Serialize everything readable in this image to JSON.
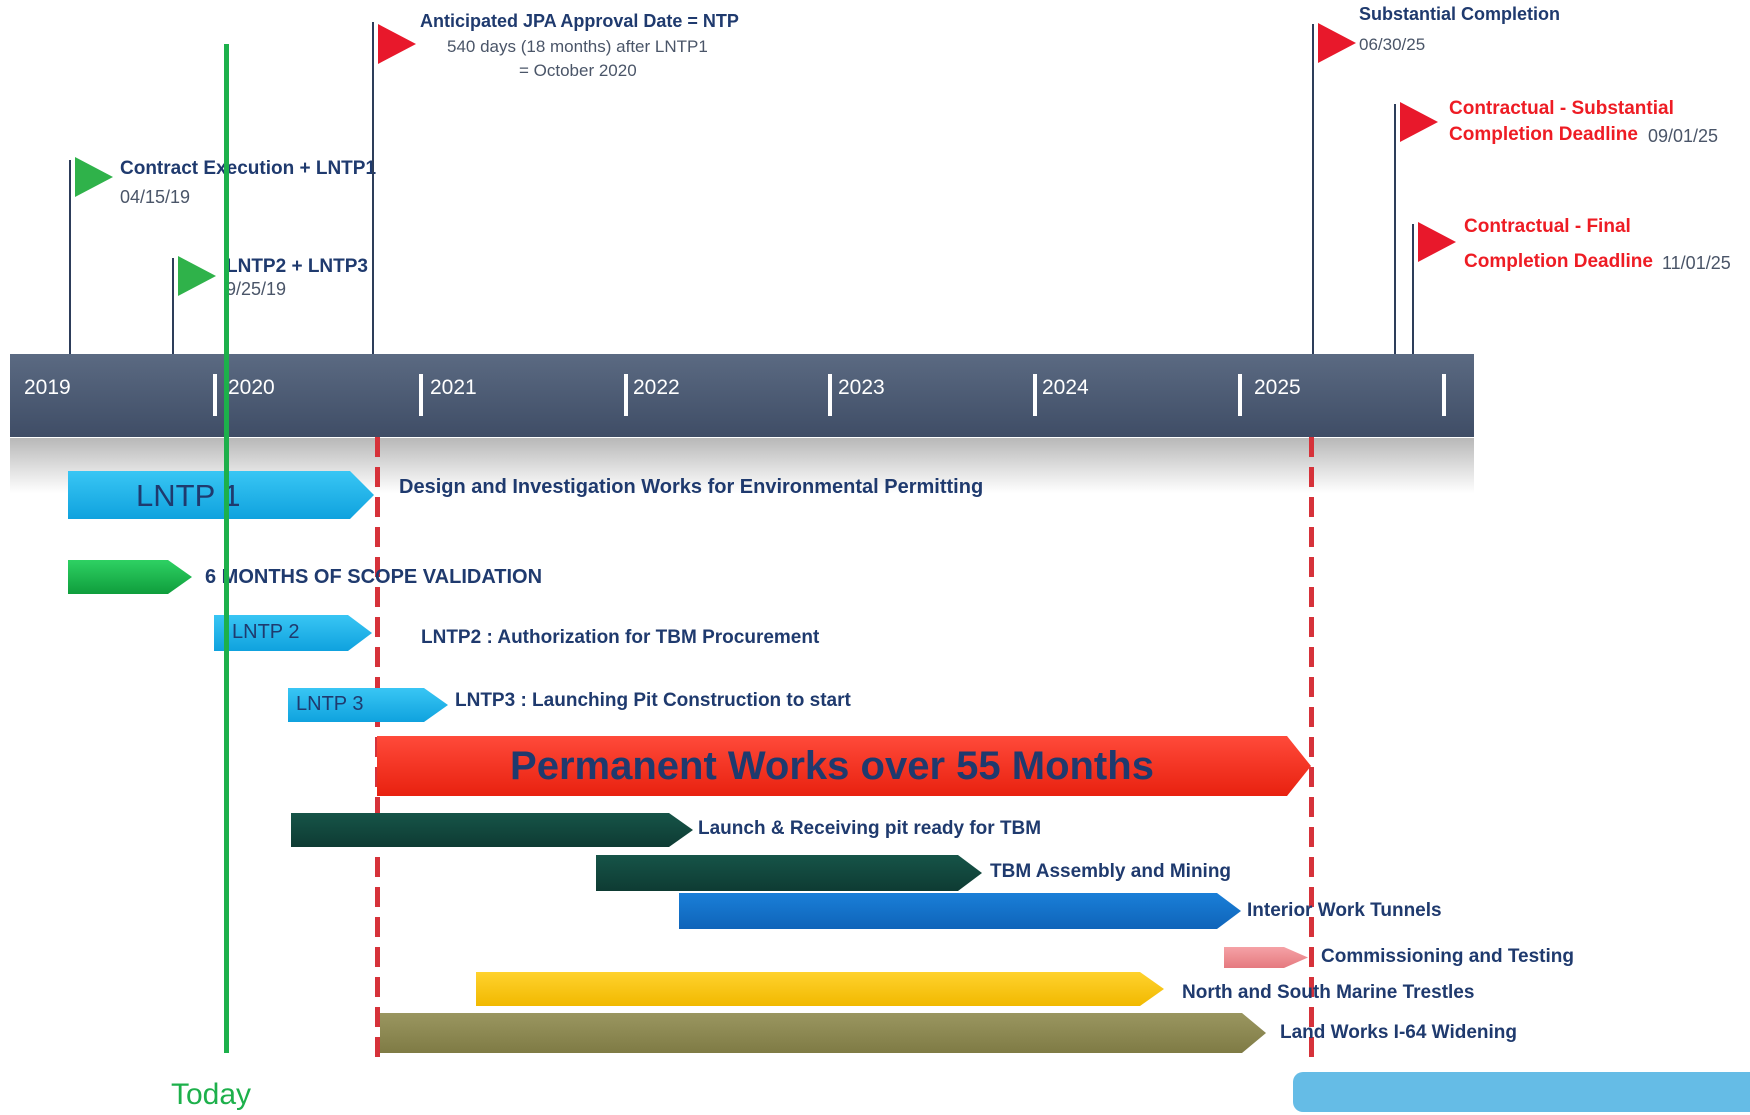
{
  "milestones": {
    "contract": {
      "title": "Contract Execution + LNTP1",
      "date": "04/15/19"
    },
    "lntp23": {
      "title": "LNTP2 + LNTP3",
      "date": "9/25/19"
    },
    "jpa": {
      "title": "Anticipated JPA Approval Date = NTP",
      "line1": "540 days (18 months) after LNTP1",
      "line2": "= October 2020"
    },
    "substantial": {
      "title": "Substantial Completion",
      "date": "06/30/25"
    },
    "contractual_substantial": {
      "title_line1": "Contractual - Substantial",
      "title_line2": "Completion Deadline",
      "date": "09/01/25"
    },
    "contractual_final": {
      "title_line1": "Contractual - Final",
      "title_line2": "Completion Deadline",
      "date": "11/01/25"
    }
  },
  "timeline": {
    "years": [
      "2019",
      "2020",
      "2021",
      "2022",
      "2023",
      "2024",
      "2025"
    ]
  },
  "bars": {
    "lntp1": {
      "label": "LNTP 1",
      "desc": "Design and Investigation Works for Environmental Permitting"
    },
    "scope": {
      "desc": "6 MONTHS OF SCOPE VALIDATION"
    },
    "lntp2": {
      "label": "LNTP 2",
      "desc": "LNTP2 : Authorization for TBM Procurement"
    },
    "lntp3": {
      "label": "LNTP 3",
      "desc": "LNTP3 : Launching Pit Construction to start"
    },
    "permanent": {
      "label": "Permanent Works over 55 Months"
    },
    "launch": {
      "desc": "Launch & Receiving pit ready for TBM"
    },
    "tbm": {
      "desc": "TBM Assembly and Mining"
    },
    "interior": {
      "desc": "Interior Work Tunnels"
    },
    "commissioning": {
      "desc": "Commissioning and Testing"
    },
    "trestles": {
      "desc": "North and South Marine Trestles"
    },
    "land": {
      "desc": "Land Works I-64 Widening"
    }
  },
  "today": {
    "label": "Today"
  },
  "colors": {
    "navy": "#1f3a6e",
    "red": "#ee1c24",
    "green": "#2fb24a",
    "today_line": "#1db04b"
  }
}
